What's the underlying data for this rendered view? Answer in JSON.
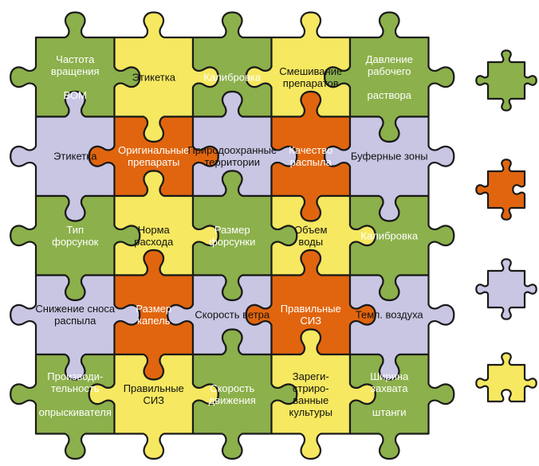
{
  "colors": {
    "green": "#8CB04B",
    "yellow": "#F6E860",
    "orange": "#E1650E",
    "lavender": "#C9C6E4",
    "outline": "#1a1a1a"
  },
  "grid": {
    "rows": [
      [
        {
          "color": "green",
          "label": "Частота\nвращения\n\nВОМ"
        },
        {
          "color": "yellow",
          "label": "Этикетка"
        },
        {
          "color": "green",
          "label": "Калибровка"
        },
        {
          "color": "yellow",
          "label": "Смешивание\nпрепаратов"
        },
        {
          "color": "green",
          "label": "Давление\nрабочего\n\nраствора"
        }
      ],
      [
        {
          "color": "lavender",
          "label": "Этикетка"
        },
        {
          "color": "orange",
          "label": "Оригинальные\nпрепараты"
        },
        {
          "color": "lavender",
          "label": "Природоохранные\nтерритории"
        },
        {
          "color": "orange",
          "label": "Качество\nраспыла"
        },
        {
          "color": "lavender",
          "label": "Буферные зоны"
        }
      ],
      [
        {
          "color": "green",
          "label": "Тип\nфорсунок"
        },
        {
          "color": "yellow",
          "label": "Норма\nрасхода"
        },
        {
          "color": "green",
          "label": "Размер\nфорсунки"
        },
        {
          "color": "yellow",
          "label": "Объем\nводы"
        },
        {
          "color": "green",
          "label": "Калибровка"
        }
      ],
      [
        {
          "color": "lavender",
          "label": "Снижение сноса\nраспыла"
        },
        {
          "color": "orange",
          "label": "Размер\nкапель"
        },
        {
          "color": "lavender",
          "label": "Скорость ветра"
        },
        {
          "color": "orange",
          "label": "Правильные\nСИЗ"
        },
        {
          "color": "lavender",
          "label": "Темп. воздуха"
        }
      ],
      [
        {
          "color": "green",
          "label": "Производи-\nтельность\n\nопрыскивателя"
        },
        {
          "color": "yellow",
          "label": "Правильные\nСИЗ"
        },
        {
          "color": "green",
          "label": "Скорость\nдвижения"
        },
        {
          "color": "yellow",
          "label": "Зареги-\nстриро-\nванные\nкультуры"
        },
        {
          "color": "green",
          "label": "Ширина\nзахвата\n\nштанги"
        }
      ]
    ]
  },
  "legend": [
    {
      "color": "green",
      "icon": "green-puzzle-piece-icon"
    },
    {
      "color": "orange",
      "icon": "orange-puzzle-piece-icon"
    },
    {
      "color": "lavender",
      "icon": "lavender-puzzle-piece-icon"
    },
    {
      "color": "yellow",
      "icon": "yellow-puzzle-piece-icon"
    }
  ]
}
